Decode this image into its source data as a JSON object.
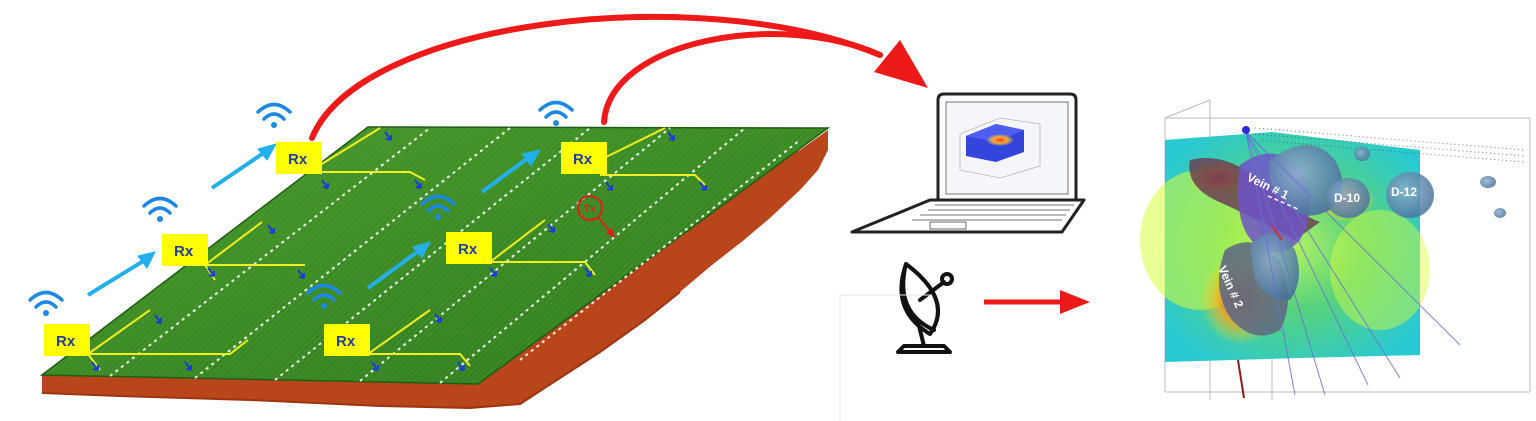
{
  "survey": {
    "receiver_label": "Rx",
    "transmitter_label": "Tx",
    "receiver_count": 6
  },
  "model": {
    "labels": [
      "Vein # 1",
      "Vein # 2",
      "D-10",
      "D-12"
    ]
  },
  "colors": {
    "grass": "#3f8f2a",
    "soil": "#b8461a",
    "receiver_box": "#ffff00",
    "wire": "#f2ee1f",
    "signal_arrow": "#23b0ea",
    "flow_arrow": "#ee1a1a",
    "wifi": "#1e88e5"
  },
  "icons": [
    "wifi-icon",
    "laptop-icon",
    "satellite-dish-icon"
  ]
}
